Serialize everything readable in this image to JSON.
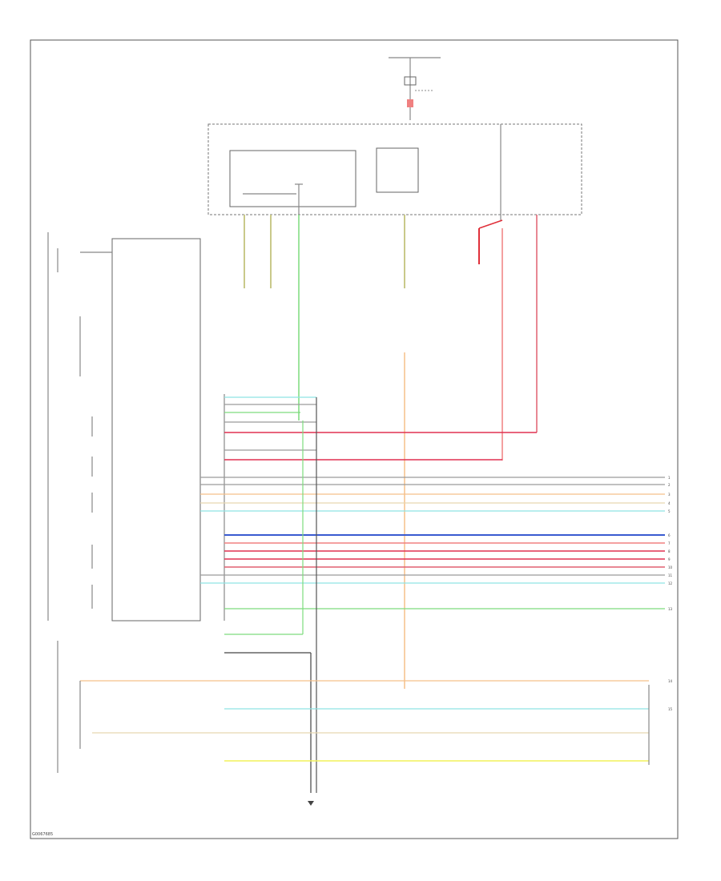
{
  "footer_code": "G0067685",
  "connectors_right": [
    "1",
    "2",
    "3",
    "4",
    "5",
    "6",
    "7",
    "8",
    "9",
    "10",
    "11",
    "12",
    "13",
    "14",
    "15"
  ],
  "colors": {
    "green": "#7ddc7d",
    "ltgreen": "#b8e6a0",
    "cyan": "#8fe3e3",
    "pink": "#f08080",
    "red": "#e0303a",
    "blue": "#3a5bd0",
    "orange": "#f5c08a",
    "yellow": "#f2f25a",
    "tan": "#e8d7b0",
    "gray": "#9a9a9a",
    "olive": "#c9c98a"
  }
}
